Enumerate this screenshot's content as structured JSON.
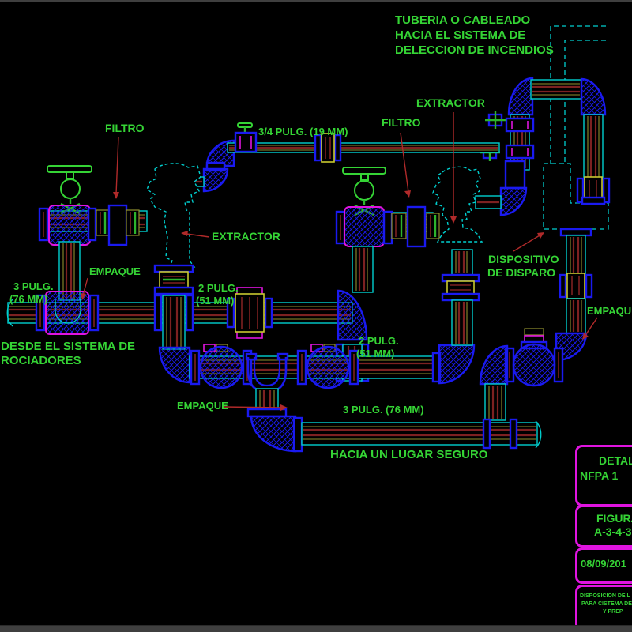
{
  "drawing": {
    "annotations": {
      "tuberia": {
        "l1": "TUBERIA O CABLEADO",
        "l2": "HACIA EL SISTEMA DE",
        "l3": "DELECCION DE INCENDIOS"
      },
      "filtro_left": "FILTRO",
      "filtro_right": "FILTRO",
      "extractor_left": "EXTRACTOR",
      "extractor_right": "EXTRACTOR",
      "size_34": "3/4 PULG. (19 MM)",
      "size_3_left": {
        "l1": "3 PULG.",
        "l2": "(76 MM)"
      },
      "size_2_a": {
        "l1": "2 PULG.",
        "l2": "(51 MM)"
      },
      "size_2_b": {
        "l1": "2 PULG.",
        "l2": "(51 MM)"
      },
      "size_3_bottom": "3 PULG. (76 MM)",
      "empaque_left": "EMPAQUE",
      "empaque_right": "EMPAQUE",
      "empaque_bottom": "EMPAQUE",
      "desde": {
        "l1": "DESDE EL SISTEMA DE",
        "l2": "ROCIADORES"
      },
      "dispositivo": {
        "l1": "DISPOSITIVO",
        "l2": "DE DISPARO"
      },
      "hacia": "HACIA UN LUGAR SEGURO"
    },
    "title_blocks": {
      "detail": {
        "l1": "DETALL",
        "l2": "NFPA   1"
      },
      "figure": {
        "l1": "FIGURA",
        "l2": "A-3-4-3"
      },
      "date": "08/09/201",
      "description": {
        "l1": "DISPOSICION DE L",
        "l2": "PARA CISTEMA DE",
        "l3": "Y PREP"
      }
    },
    "colors": {
      "background": "#000000",
      "label_green": "#35d435",
      "pipe_cyan": "#00cfcf",
      "fitting_blue": "#1a1af0",
      "valve_magenta": "#e014e0",
      "pipe_core_red": "#7d2121",
      "pipe_line_olive": "#8f8f2e",
      "leader_red": "#b02a2a",
      "frame_gray": "#3f3f3f"
    }
  }
}
